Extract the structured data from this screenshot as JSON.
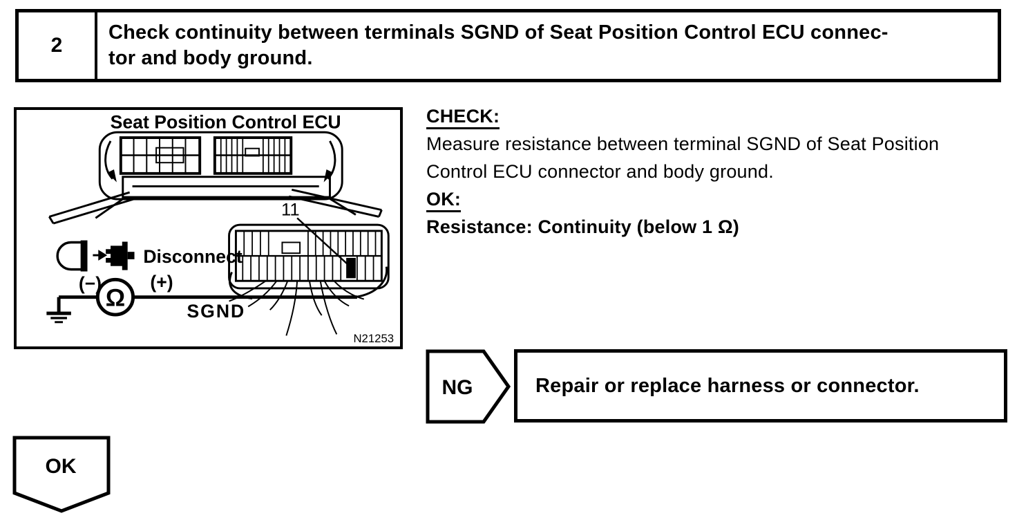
{
  "step": {
    "number": "2",
    "title_line1": "Check continuity between terminals SGND of Seat Position Control ECU connec-",
    "title_line2": "tor and body ground."
  },
  "figure": {
    "title": "Seat Position Control ECU",
    "terminal_number": "11",
    "disconnect_label": "Disconnect",
    "meter_symbol": "Ω",
    "minus_label": "(−)",
    "plus_label": "(+)",
    "wire_label": "SGND",
    "figure_number": "N21253"
  },
  "check_block": {
    "check_heading": "CHECK:",
    "check_line1": "Measure resistance between terminal SGND of Seat Position",
    "check_line2": "Control ECU connector and body ground.",
    "ok_heading": "OK:",
    "ok_text": "Resistance: Continuity (below 1 Ω)"
  },
  "ng_branch": {
    "label": "NG",
    "action": "Repair or replace harness or connector."
  },
  "ok_branch": {
    "label": "OK"
  },
  "colors": {
    "ink": "#000000",
    "paper": "#ffffff"
  }
}
